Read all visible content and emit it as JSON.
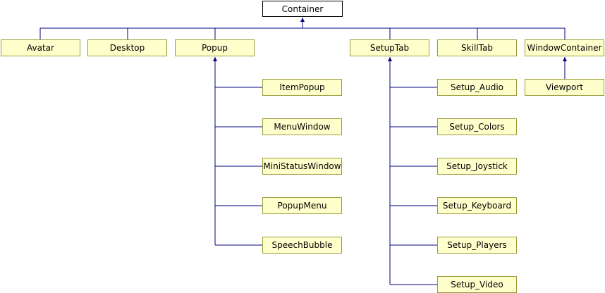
{
  "colors": {
    "edge": "#000080",
    "node_fill": "#ffffcc",
    "node_border": "#9a9a3a",
    "root_fill": "#ffffff"
  },
  "nodes": {
    "container": "Container",
    "avatar": "Avatar",
    "desktop": "Desktop",
    "popup": "Popup",
    "setuptab": "SetupTab",
    "skilltab": "SkillTab",
    "windowcontainer": "WindowContainer",
    "viewport": "Viewport",
    "itempopup": "ItemPopup",
    "menuwindow": "MenuWindow",
    "ministatuswindow": "MiniStatusWindow",
    "popupmenu": "PopupMenu",
    "speechbubble": "SpeechBubble",
    "setup_audio": "Setup_Audio",
    "setup_colors": "Setup_Colors",
    "setup_joystick": "Setup_Joystick",
    "setup_keyboard": "Setup_Keyboard",
    "setup_players": "Setup_Players",
    "setup_video": "Setup_Video"
  },
  "edges": [
    [
      "avatar",
      "container"
    ],
    [
      "desktop",
      "container"
    ],
    [
      "popup",
      "container"
    ],
    [
      "setuptab",
      "container"
    ],
    [
      "skilltab",
      "container"
    ],
    [
      "windowcontainer",
      "container"
    ],
    [
      "viewport",
      "windowcontainer"
    ],
    [
      "itempopup",
      "popup"
    ],
    [
      "menuwindow",
      "popup"
    ],
    [
      "ministatuswindow",
      "popup"
    ],
    [
      "popupmenu",
      "popup"
    ],
    [
      "speechbubble",
      "popup"
    ],
    [
      "setup_audio",
      "setuptab"
    ],
    [
      "setup_colors",
      "setuptab"
    ],
    [
      "setup_joystick",
      "setuptab"
    ],
    [
      "setup_keyboard",
      "setuptab"
    ],
    [
      "setup_players",
      "setuptab"
    ],
    [
      "setup_video",
      "setuptab"
    ]
  ]
}
